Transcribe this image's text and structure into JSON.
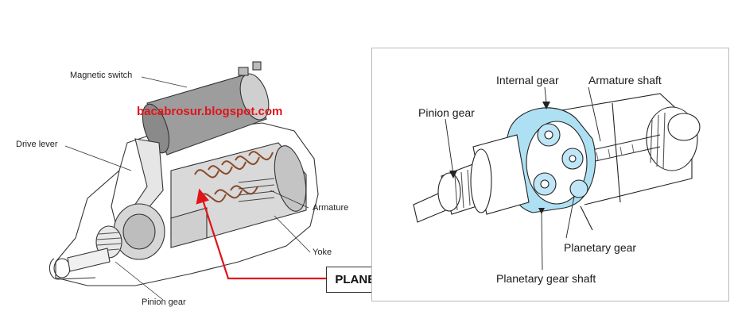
{
  "left_diagram": {
    "labels": {
      "magnetic_switch": "Magnetic switch",
      "drive_lever": "Drive lever",
      "armature": "Armature",
      "yoke": "Yoke",
      "pinion_gear": "Pinion gear"
    },
    "watermark": "bacabrosur.blogspot.com"
  },
  "callout": {
    "text": "PLANETARY GEAR",
    "arrow_color": "#e0141b"
  },
  "right_diagram": {
    "labels": {
      "internal_gear": "Internal gear",
      "armature_shaft": "Armature shaft",
      "pinion_gear": "Pinion gear",
      "planetary_gear": "Planetary gear",
      "planetary_gear_shaft": "Planetary gear shaft"
    },
    "highlight_color": "#aee0f3"
  }
}
